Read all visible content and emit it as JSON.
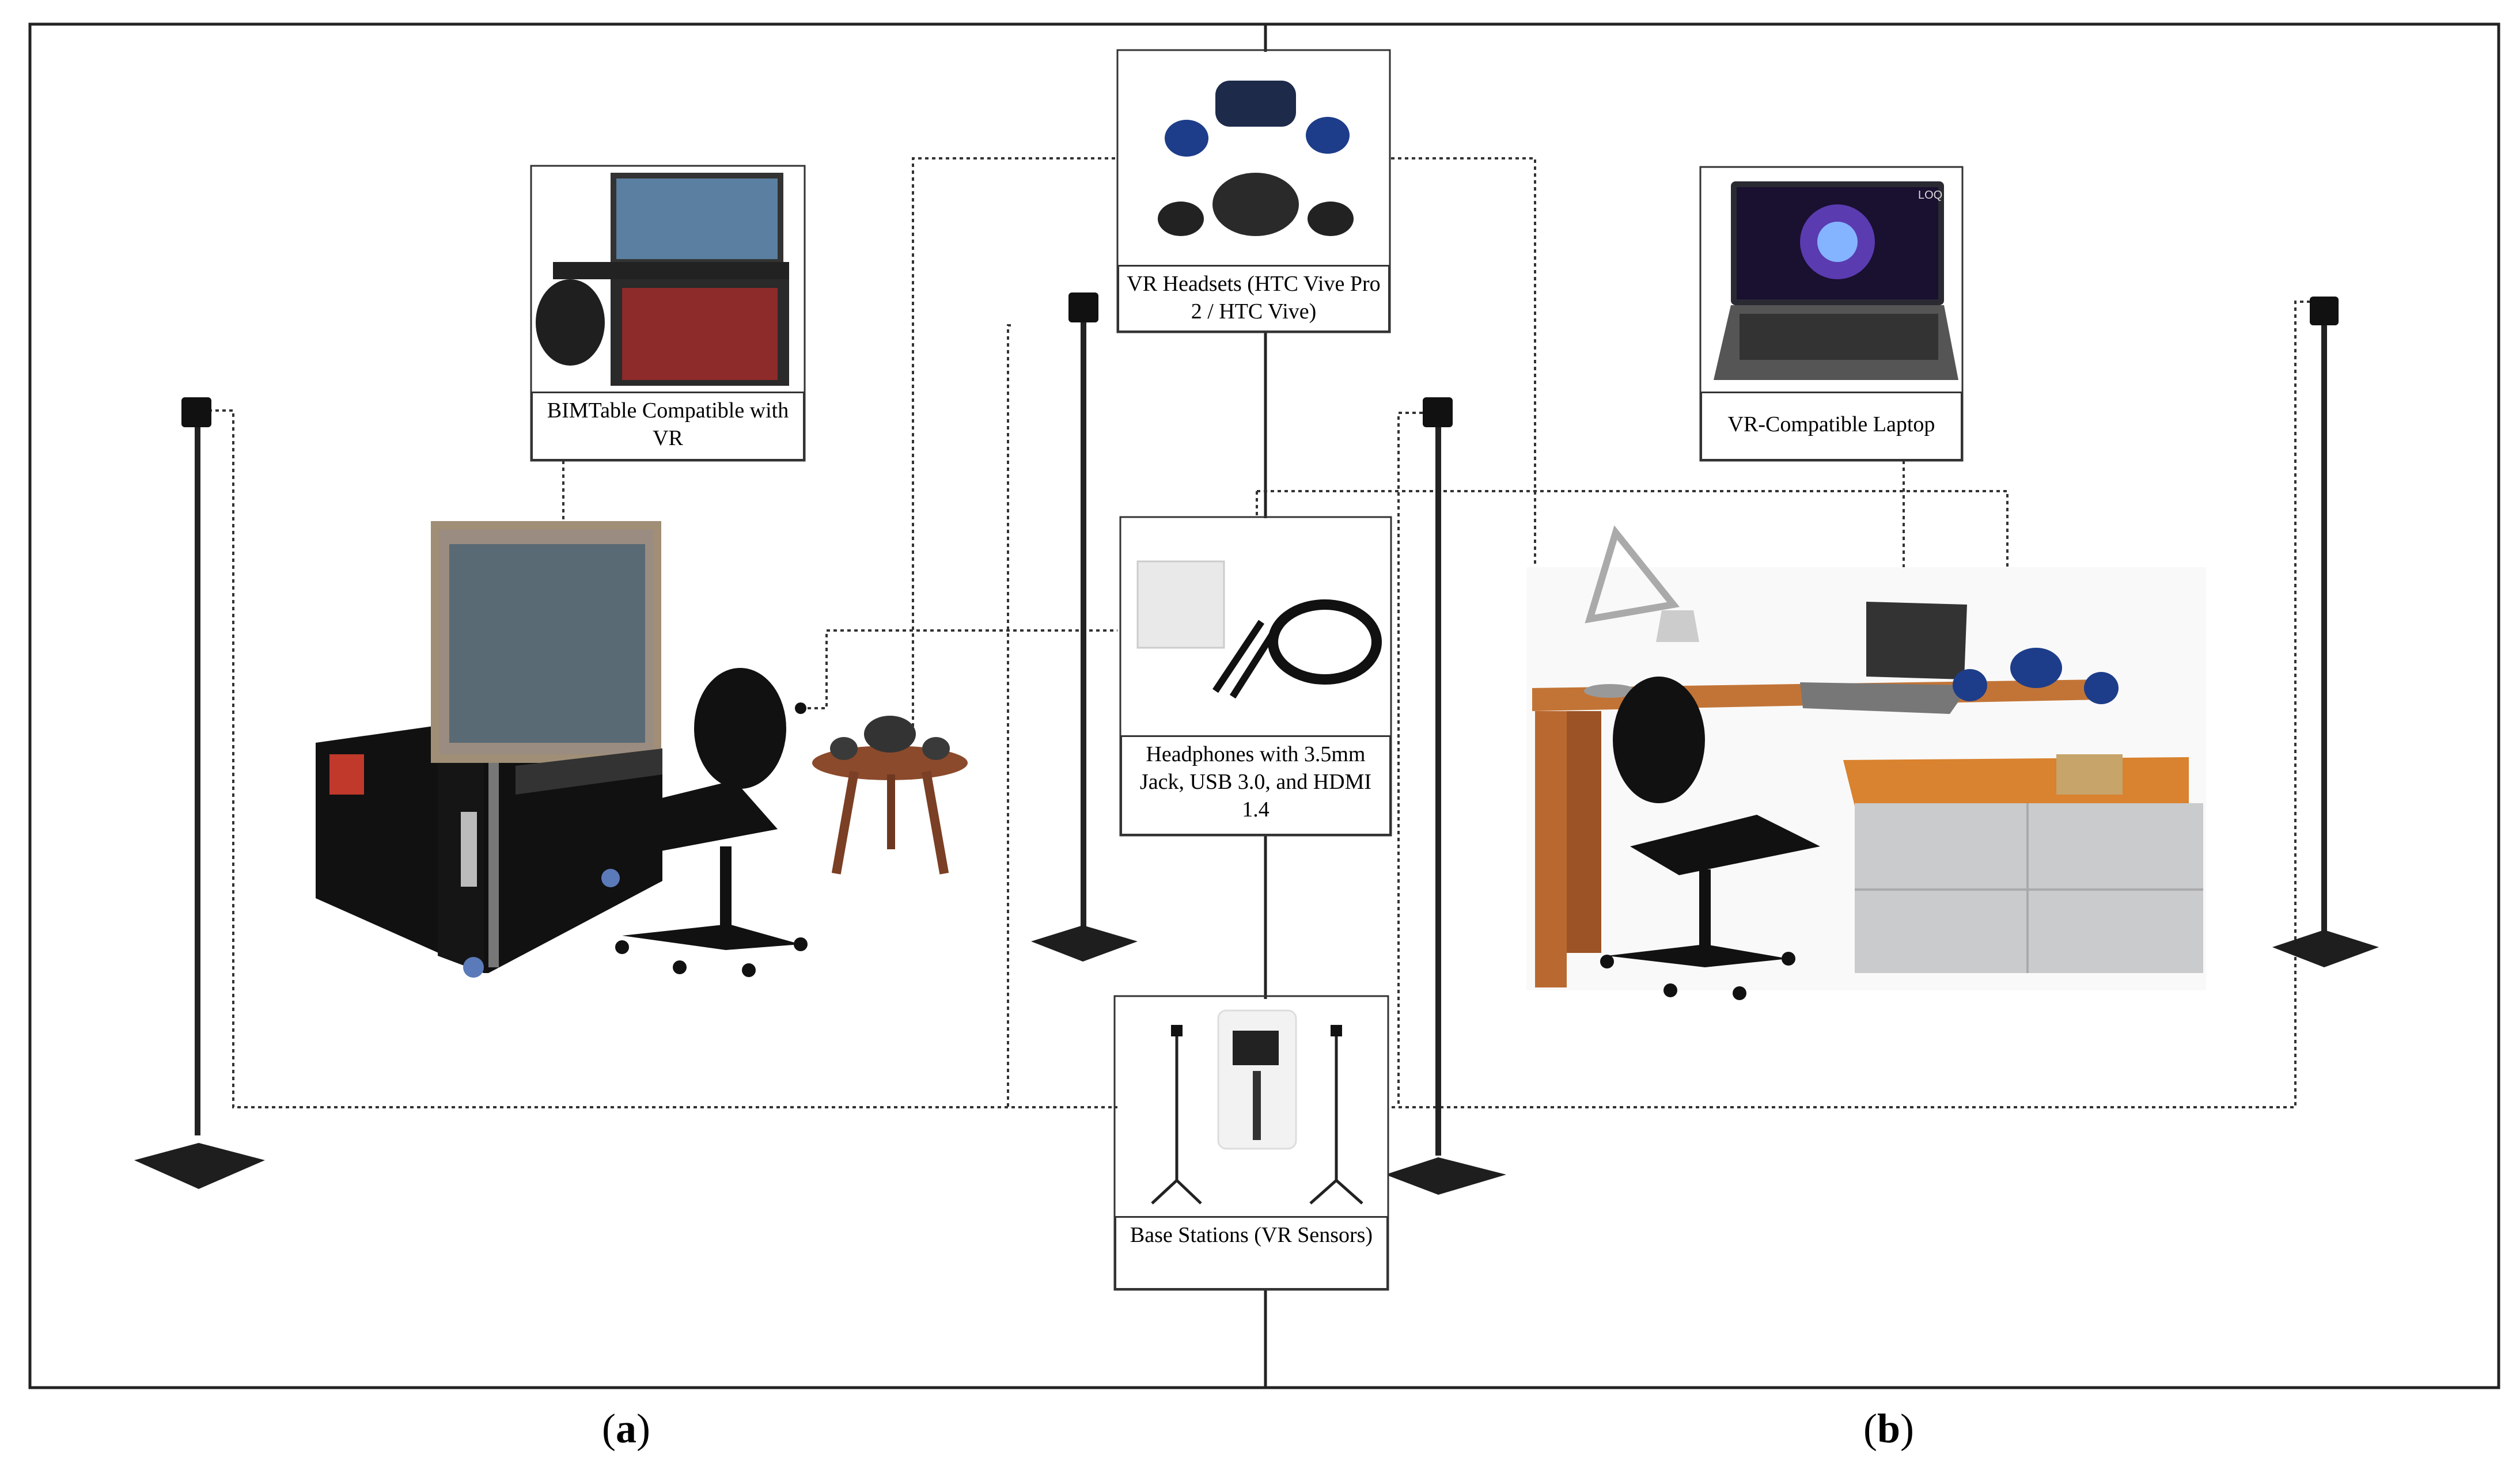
{
  "labels": {
    "bimtable": "BIMTable Compatible with VR",
    "headsets": "VR Headsets (HTC Vive Pro 2 / HTC Vive)",
    "laptop": "VR-Compatible Laptop",
    "headphones": "Headphones with 3.5mm Jack, USB 3.0, and HDMI 1.4",
    "base_stations": "Base Stations (VR Sensors)"
  },
  "captions": {
    "left": "a",
    "right": "b"
  },
  "laptop_brand": "LOQ",
  "colors": {
    "frame": "#222222",
    "connector": "#333333",
    "case": "#111111",
    "desk_wood": "#b9692f",
    "cabinet": "#c9cbcd",
    "headset_blue": "#1d3d8a"
  }
}
